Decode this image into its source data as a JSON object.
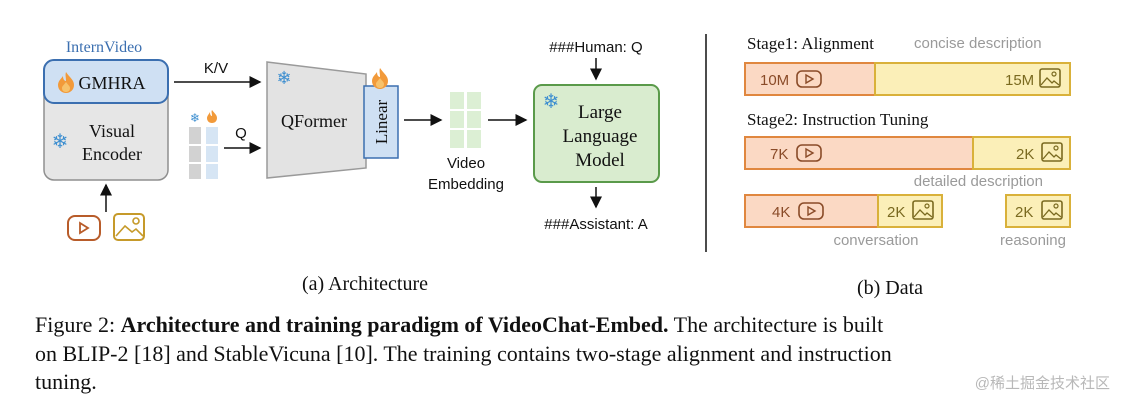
{
  "architecture": {
    "internvideo_label": "InternVideo",
    "gmhra_label": "GMHRA",
    "visual_encoder_line1": "Visual",
    "visual_encoder_line2": "Encoder",
    "kv_label": "K/V",
    "q_label": "Q",
    "qformer_label": "QFormer",
    "linear_label": "Linear",
    "video_embedding_line1": "Video",
    "video_embedding_line2": "Embedding",
    "llm_line1": "Large",
    "llm_line2": "Language",
    "llm_line3": "Model",
    "human_prompt": "###Human: Q",
    "assistant_reply": "###Assistant: A",
    "subcaption": "(a) Architecture"
  },
  "data": {
    "stage1_title": "Stage1: Alignment",
    "stage1_note": "concise description",
    "stage1_video_count": "10M",
    "stage1_image_count": "15M",
    "stage2_title": "Stage2: Instruction Tuning",
    "detailed_video_count": "7K",
    "detailed_image_count": "2K",
    "detailed_note": "detailed description",
    "conversation_video_count": "4K",
    "conversation_image_count": "2K",
    "conversation_note": "conversation",
    "reasoning_image_count": "2K",
    "reasoning_note": "reasoning",
    "subcaption": "(b) Data"
  },
  "caption": {
    "prefix": "Figure 2: ",
    "bold": "Architecture and training paradigm of VideoChat-Embed.",
    "rest_line1": " The architecture is built",
    "line2": "on BLIP-2 [18] and StableVicuna [10]. The training contains two-stage alignment and instruction",
    "line3": "tuning."
  },
  "watermark": "@稀土掘金技术社区",
  "colors": {
    "internvideo_blue": "#3b6fb0",
    "gmhra_fill": "#cfe0f3",
    "encoder_fill": "#e6e6e6",
    "llm_fill": "#d9eccf",
    "llm_stroke": "#5a9a4a",
    "video_bar_fill": "#fbd9c4",
    "video_bar_stroke": "#e0873f",
    "image_bar_fill": "#fbefb8",
    "image_bar_stroke": "#d9b13a"
  }
}
